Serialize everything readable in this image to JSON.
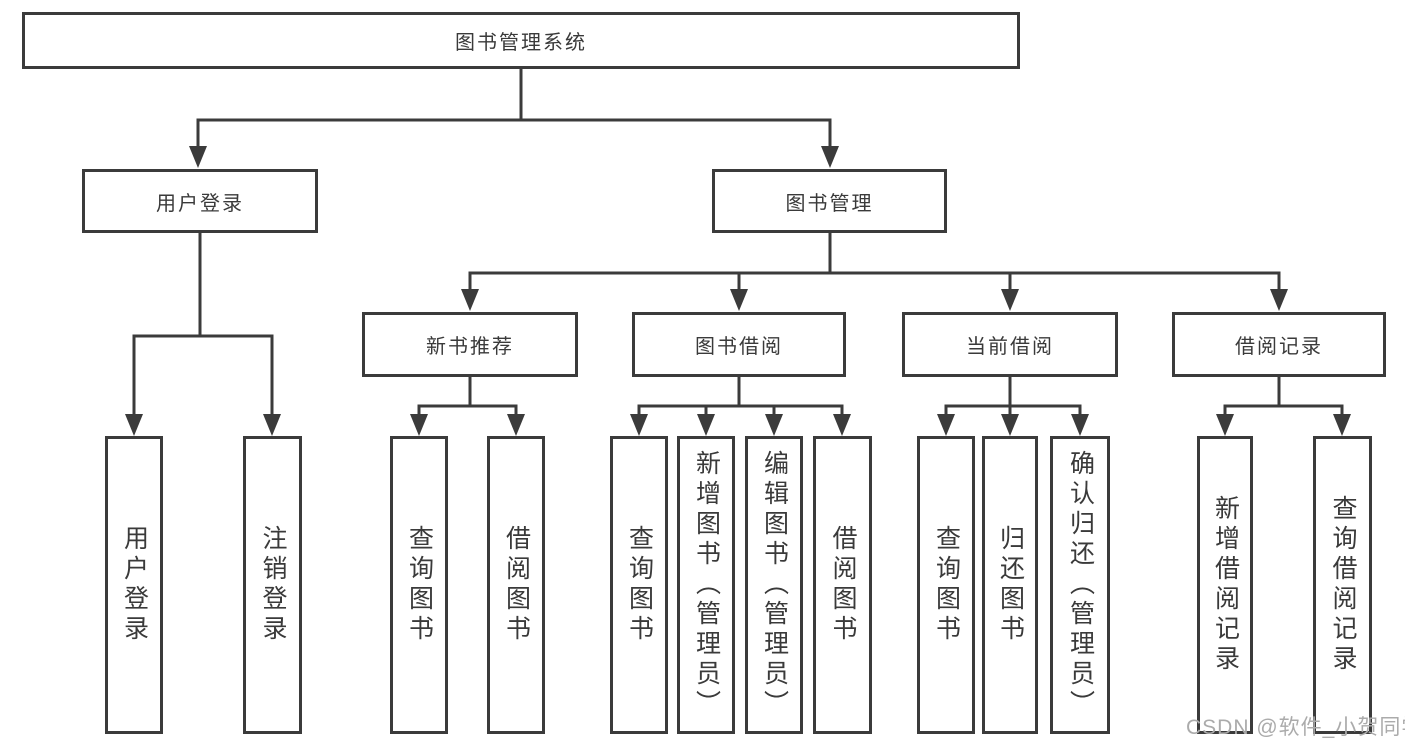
{
  "colors": {
    "line": "#3b3b3b",
    "box_border": "#3b3b3b",
    "box_fill": "#ffffff",
    "text": "#3a3a3a",
    "watermark": "#ababab",
    "background": "#ffffff"
  },
  "watermark": {
    "text": "CSDN @软件_小贺同学"
  },
  "tree": {
    "label": "图书管理系统",
    "children": [
      {
        "label": "用户登录",
        "children": [
          {
            "label": "用户登录"
          },
          {
            "label": "注销登录"
          }
        ]
      },
      {
        "label": "图书管理",
        "children": [
          {
            "label": "新书推荐",
            "children": [
              {
                "label": "查询图书"
              },
              {
                "label": "借阅图书"
              }
            ]
          },
          {
            "label": "图书借阅",
            "children": [
              {
                "label": "查询图书"
              },
              {
                "label": "新增图书（管理员）"
              },
              {
                "label": "编辑图书（管理员）"
              },
              {
                "label": "借阅图书"
              }
            ]
          },
          {
            "label": "当前借阅",
            "children": [
              {
                "label": "查询图书"
              },
              {
                "label": "归还图书"
              },
              {
                "label": "确认归还（管理员）"
              }
            ]
          },
          {
            "label": "借阅记录",
            "children": [
              {
                "label": "新增借阅记录"
              },
              {
                "label": "查询借阅记录"
              }
            ]
          }
        ]
      }
    ]
  }
}
